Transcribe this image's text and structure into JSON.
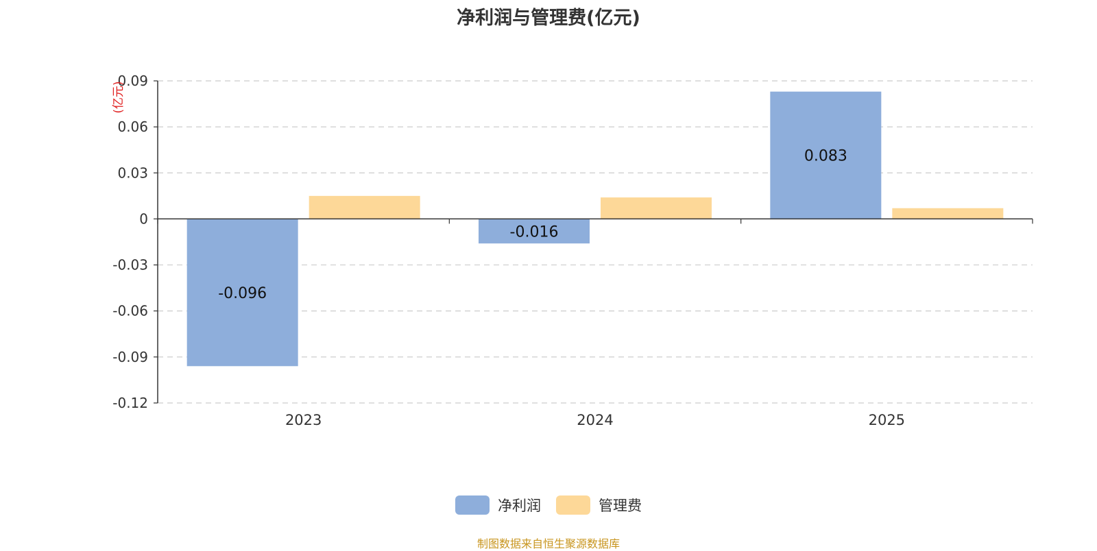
{
  "chart_data": {
    "type": "bar",
    "title": "净利润与管理费(亿元)",
    "ylabel": "(亿元)",
    "categories": [
      "2023",
      "2024",
      "2025"
    ],
    "series": [
      {
        "name": "净利润",
        "color": "#8eaedb",
        "values": [
          -0.096,
          -0.016,
          0.083
        ],
        "labels": [
          "-0.096",
          "-0.016",
          "0.083"
        ]
      },
      {
        "name": "管理费",
        "color": "#fdd898",
        "values": [
          0.015,
          0.014,
          0.007
        ],
        "labels": [
          "",
          "",
          ""
        ]
      }
    ],
    "ylim": [
      -0.12,
      0.09
    ],
    "yticks": [
      0.09,
      0.06,
      0.03,
      0,
      -0.03,
      -0.06,
      -0.09,
      -0.12
    ],
    "ytick_labels": [
      "0.09",
      "0.06",
      "0.03",
      "0",
      "-0.03",
      "-0.06",
      "-0.09",
      "-0.12"
    ],
    "grid": true,
    "legend_position": "bottom-center"
  },
  "footer": {
    "source": "制图数据来自恒生聚源数据库"
  }
}
